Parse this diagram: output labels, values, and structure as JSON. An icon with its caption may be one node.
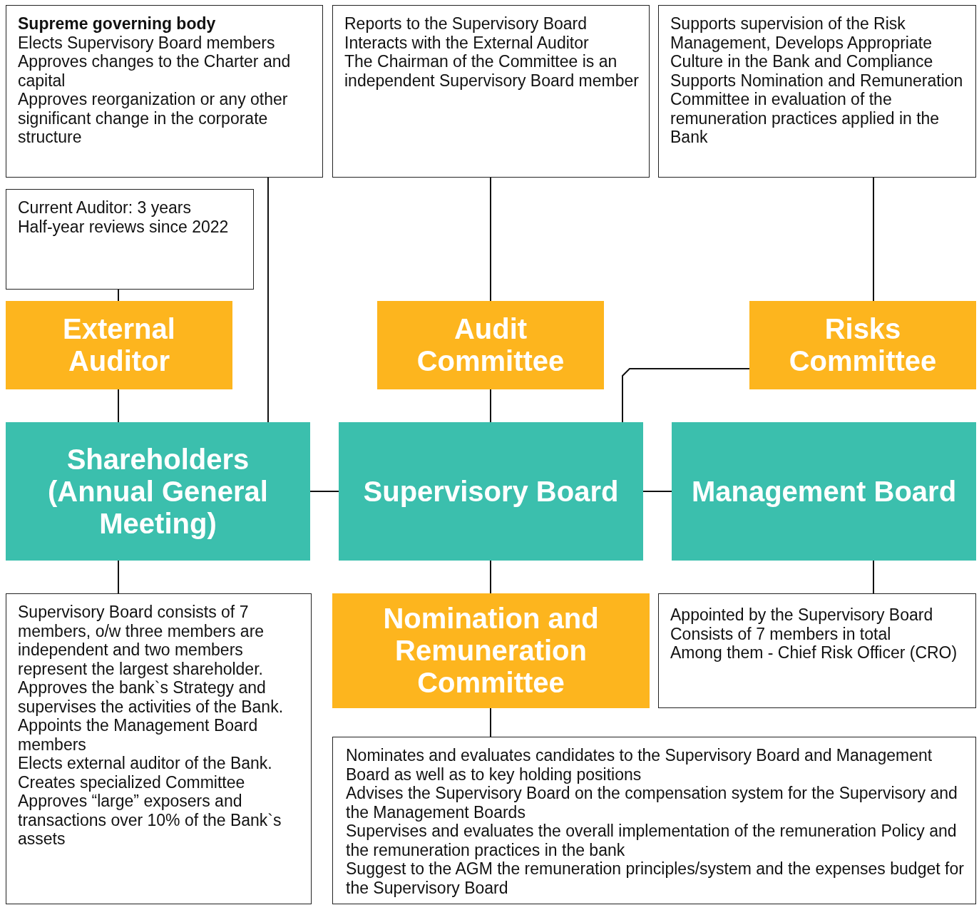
{
  "diagram": {
    "nodes": [
      {
        "text": [
          "Supreme governing body",
          "Elects Supervisory Board members",
          "Approves changes to the Charter and capital",
          "Approves reorganization or any other significant change in the corporate structure"
        ]
      },
      {
        "text": [
          "Reports to the Supervisory Board",
          "Interacts with the External Auditor",
          "The Chairman of the Committee is an independent Supervisory Board member"
        ]
      },
      {
        "text": [
          "Supports supervision of the Risk Management, Develops Appropriate Culture in the Bank and Compliance",
          "Supports Nomination and Remuneration Committee in evaluation of the remuneration practices applied in the Bank"
        ]
      },
      {
        "text": [
          "Current Auditor: 3 years",
          "Half-year reviews since 2022"
        ]
      },
      {
        "text": [
          "External Auditor"
        ]
      },
      {
        "text": [
          "Audit Committee"
        ]
      },
      {
        "text": [
          "Risks Committee"
        ]
      },
      {
        "text": [
          "Shareholders (Annual General Meeting)"
        ]
      },
      {
        "text": [
          "Supervisory Board"
        ]
      },
      {
        "text": [
          "Management Board"
        ]
      },
      {
        "text": [
          "Supervisory Board consists of 7 members, o/w three members are independent and two members represent the largest shareholder.",
          "Approves the bank`s Strategy and supervises the activities of the Bank.",
          "Appoints the Management Board members",
          "Elects external auditor of the Bank.",
          "Creates specialized Committee",
          "Approves “large” exposers and transactions over 10% of the Bank`s assets"
        ]
      },
      {
        "text": [
          "Nomination and Remuneration Committee"
        ]
      },
      {
        "text": [
          "Appointed by the Supervisory Board",
          "Consists of 7 members in total",
          "Among them - Chief Risk Officer (CRO)"
        ]
      },
      {
        "text": [
          "Nominates and evaluates candidates to the Supervisory Board and Management Board as well as to key holding positions",
          "Advises the Supervisory Board on the compensation system for the Supervisory and the Management Boards",
          "Supervises and evaluates the overall implementation of the remuneration Policy and the remuneration practices in the bank",
          "Suggest to the AGM the remuneration principles/system and the expenses budget for the Supervisory Board"
        ]
      }
    ],
    "edges": [
      {
        "from": 3,
        "to": 4,
        "arrow": "none"
      },
      {
        "from": 4,
        "to": 7,
        "arrow": "none"
      },
      {
        "from": 0,
        "to": 7,
        "arrow": "none"
      },
      {
        "from": 1,
        "to": 5,
        "arrow": "none"
      },
      {
        "from": 5,
        "to": 8,
        "arrow": "none"
      },
      {
        "from": 2,
        "to": 6,
        "arrow": "none"
      },
      {
        "from": 6,
        "to": 8,
        "arrow": "none"
      },
      {
        "from": 7,
        "to": 8,
        "arrow": "none"
      },
      {
        "from": 8,
        "to": 9,
        "arrow": "none"
      },
      {
        "from": 7,
        "to": 10,
        "arrow": "none"
      },
      {
        "from": 8,
        "to": 11,
        "arrow": "none"
      },
      {
        "from": 11,
        "to": 13,
        "arrow": "none"
      },
      {
        "from": 9,
        "to": 12,
        "arrow": "none"
      }
    ]
  }
}
